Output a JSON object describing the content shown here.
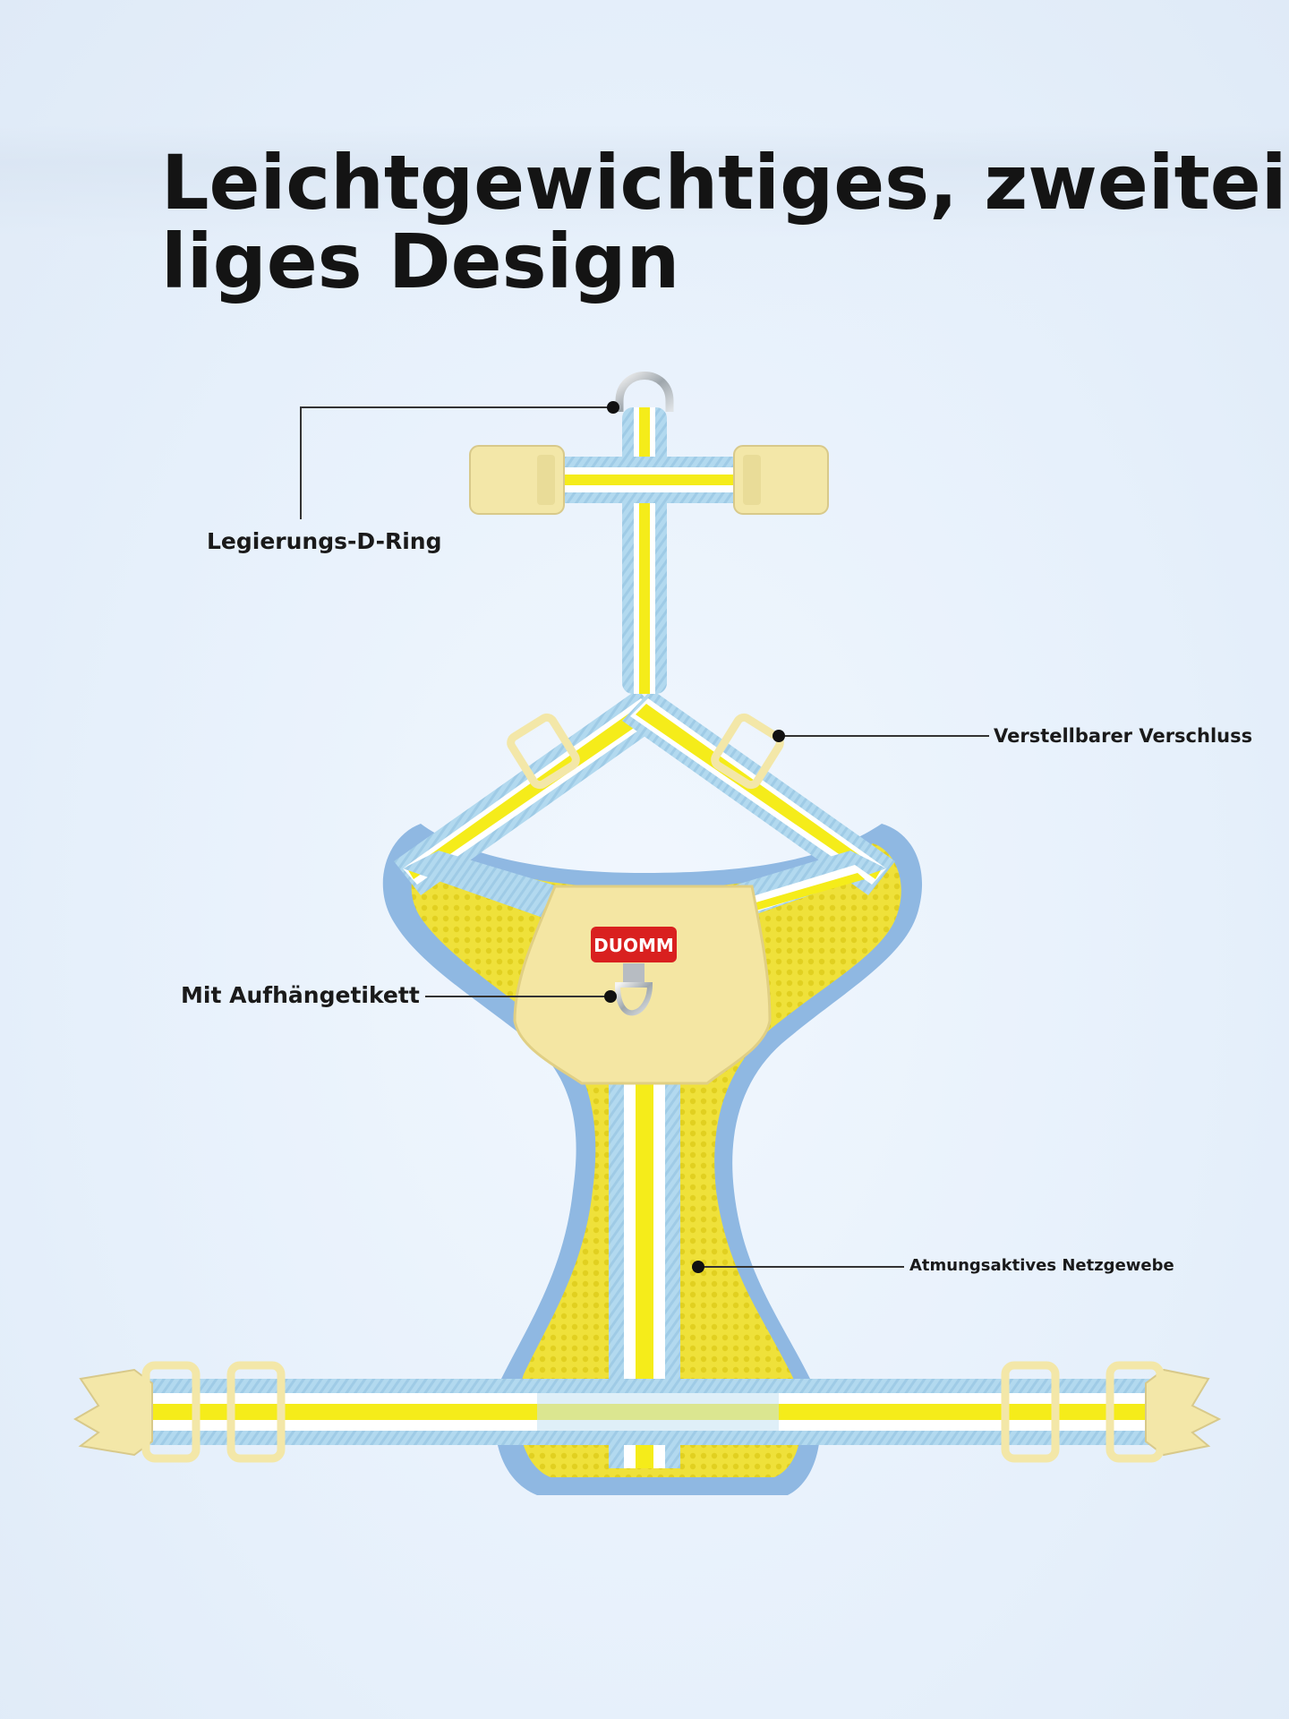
{
  "title": {
    "line1": "Leichtgewichtiges, zweitei",
    "line2": "liges Design"
  },
  "callouts": {
    "d_ring": "Legierungs-D-Ring",
    "adjustable_buckle": "Verstellbarer Verschluss",
    "hang_tag": "Mit Aufhängetikett",
    "mesh": "Atmungsaktives Netzgewebe"
  },
  "brand_tag": "DUOMM",
  "colors": {
    "background": "#e8f1fb",
    "strap_blue": "#a9d4ec",
    "stripe_yellow": "#f5ec1a",
    "stripe_white": "#ffffff",
    "hardware_cream": "#f3e7a8",
    "piping_blue": "#8fb8e2",
    "mesh_yellow": "#eee24a",
    "tag_red": "#d9201f"
  }
}
